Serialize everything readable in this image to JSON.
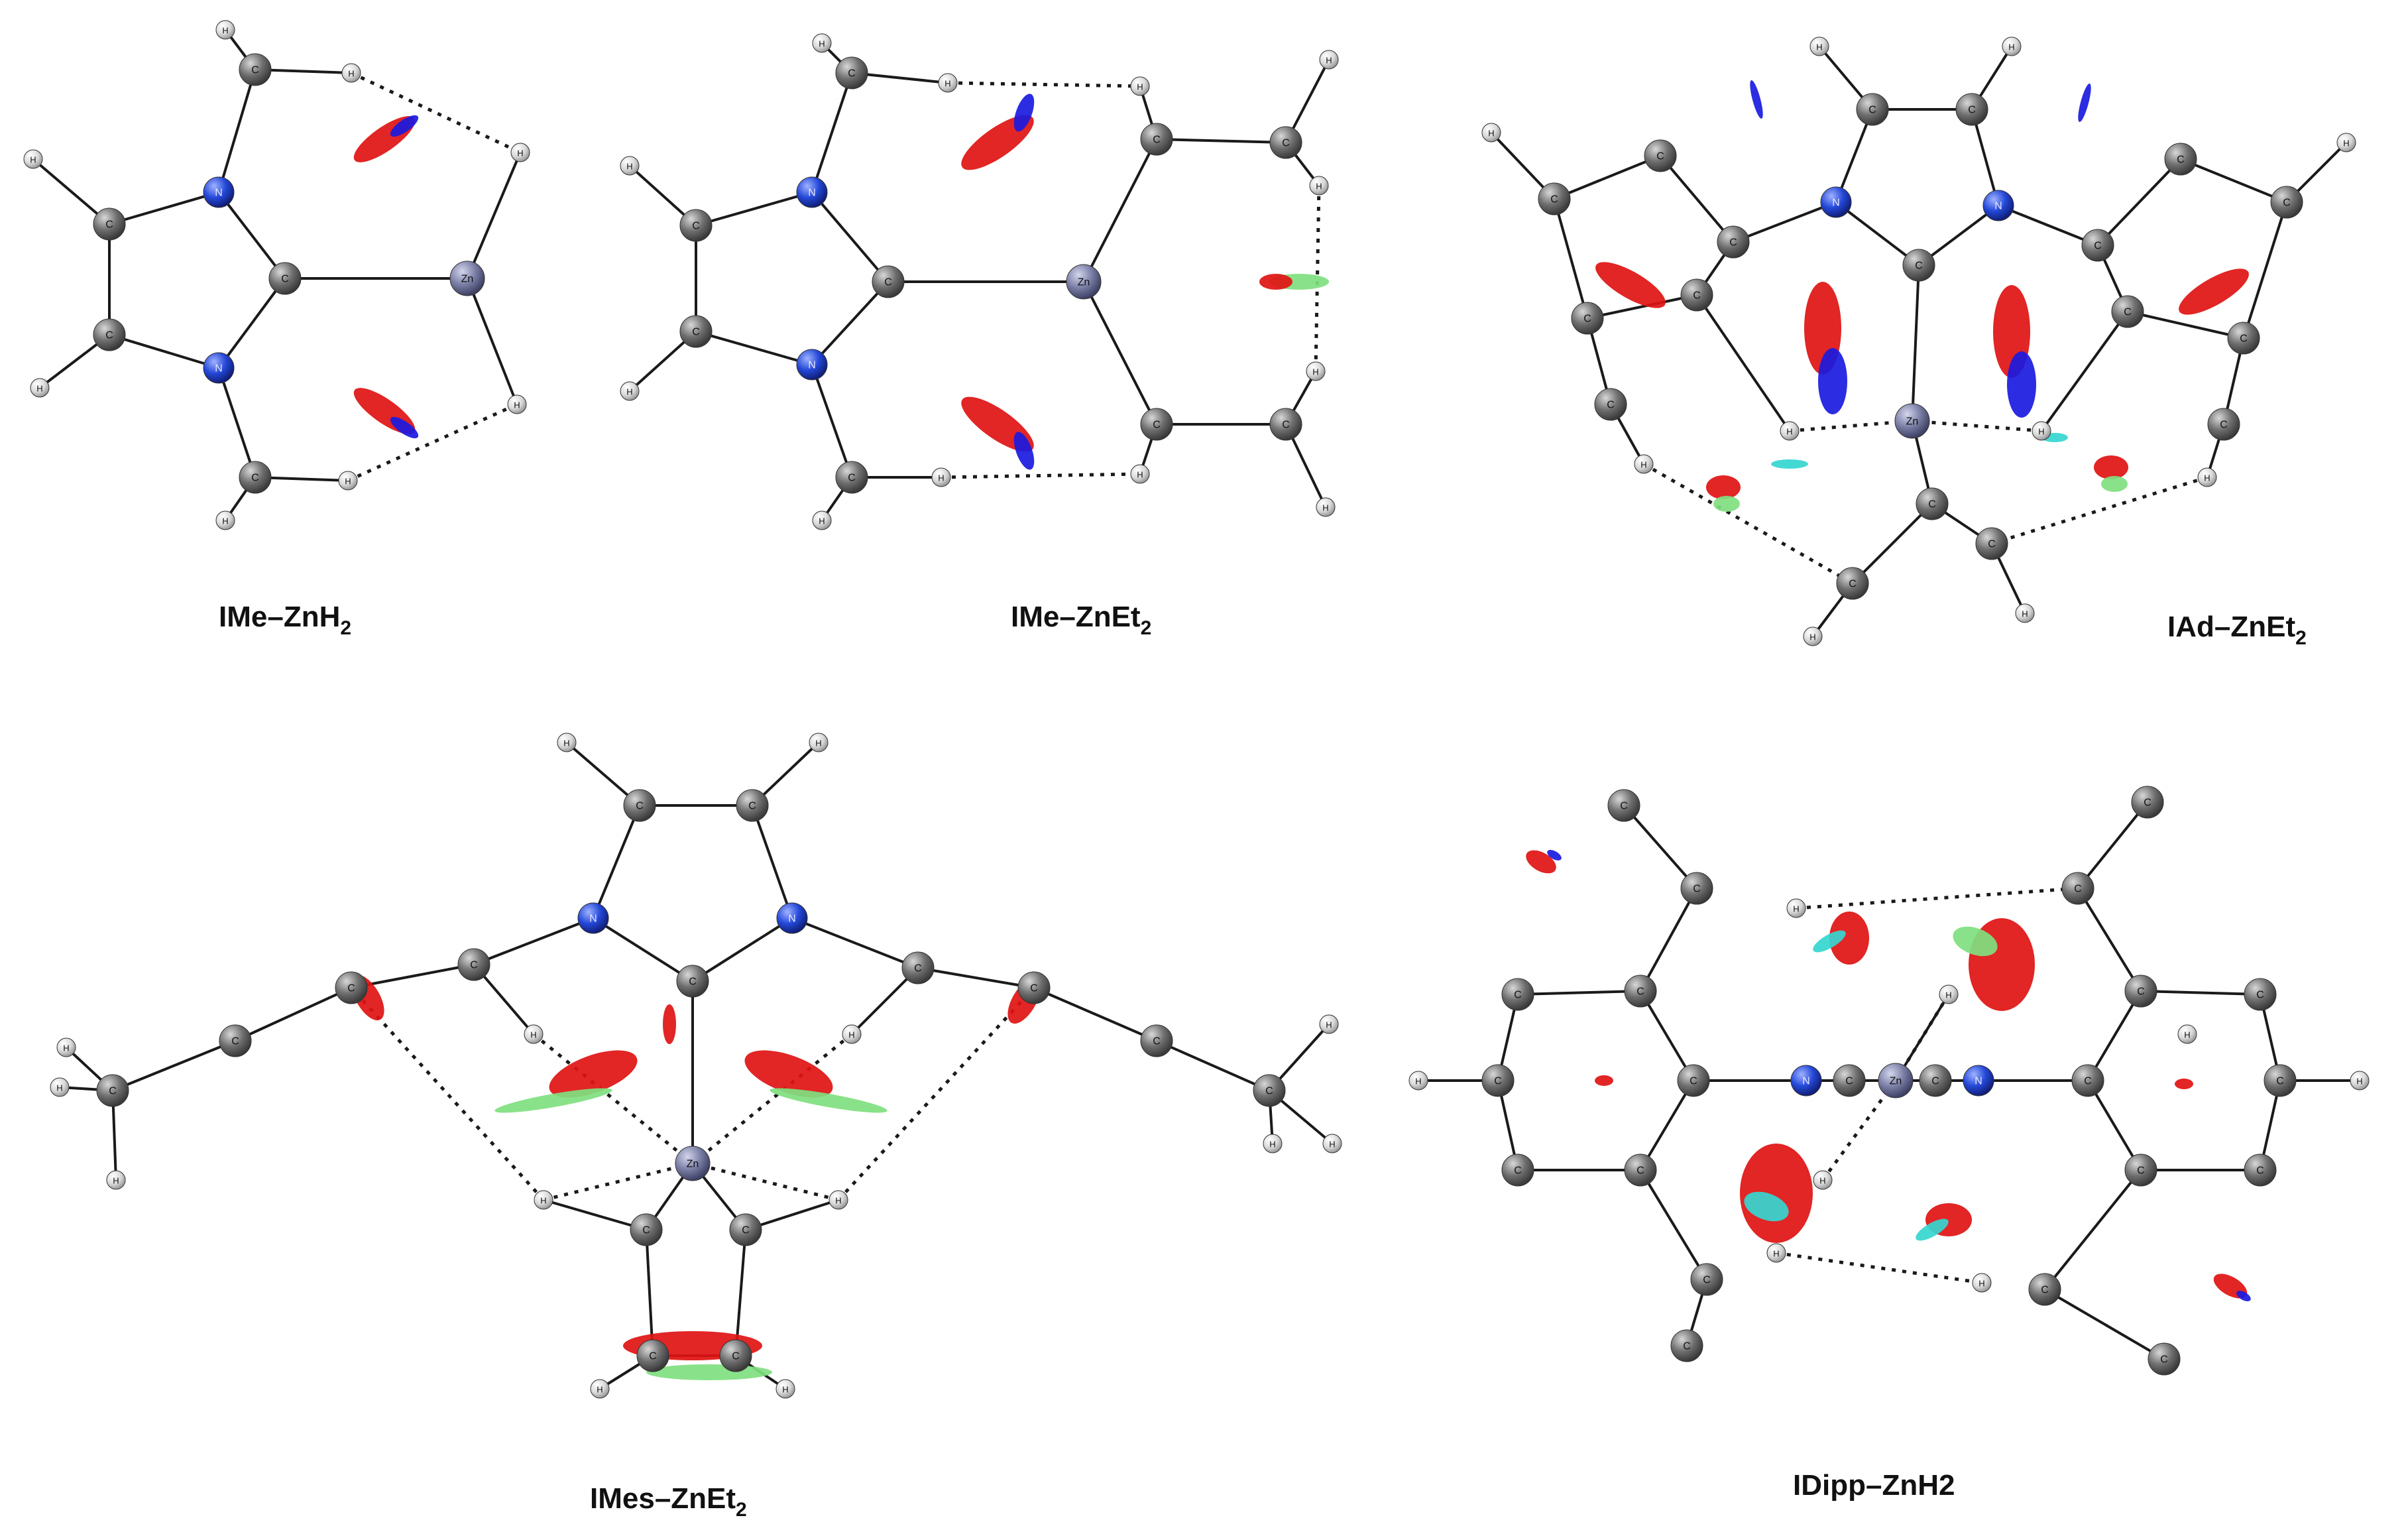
{
  "panels": [
    {
      "id": "ime-znh2",
      "label_main": "IMe–ZnH",
      "label_sub": "2"
    },
    {
      "id": "ime-znet2",
      "label_main": "IMe–ZnEt",
      "label_sub": "2"
    },
    {
      "id": "iad-znet2",
      "label_main": "IAd–ZnEt",
      "label_sub": "2"
    },
    {
      "id": "imes-znet2",
      "label_main": "IMes–ZnEt",
      "label_sub": "2"
    },
    {
      "id": "idipp-znh2",
      "label_main": "IDipp–ZnH2",
      "label_sub": ""
    }
  ],
  "atom_symbols": {
    "H": "H",
    "C": "C",
    "N": "N",
    "Zn": "Zn"
  },
  "colors": {
    "carbon": "#6f6f6f",
    "hydrogen": "#d9d9d9",
    "nitrogen": "#2448d8",
    "zinc": "#7b7fa6",
    "nci_attractive": "#1a1adf",
    "nci_repulsive": "#e01212",
    "nci_weak": "#7fe07f",
    "nci_cyan": "#35d6d0"
  }
}
